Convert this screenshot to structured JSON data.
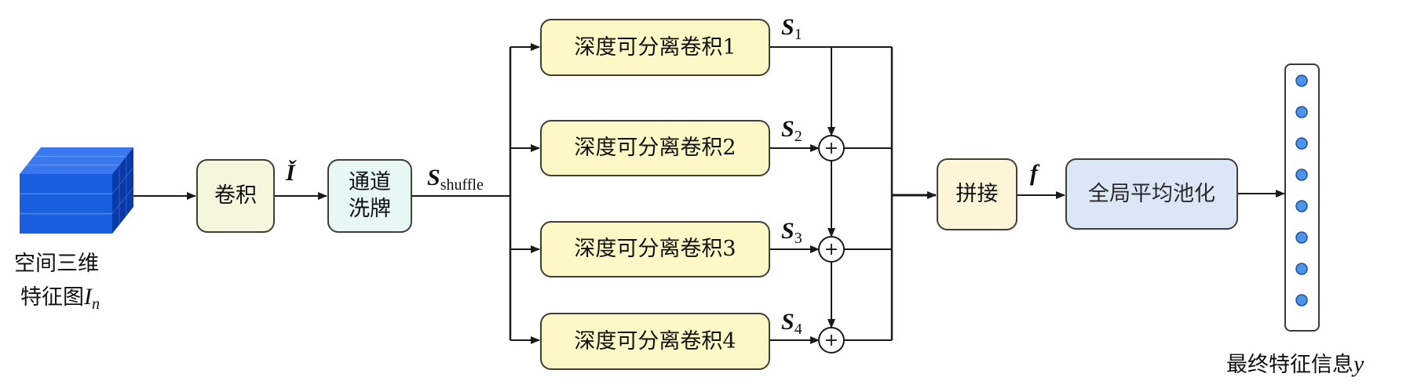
{
  "input": {
    "caption_line1": "空间三维",
    "caption_line2": "特征图",
    "caption_symbol": "I",
    "caption_sub": "n",
    "icon": "feature-cube-icon",
    "colors": {
      "front": "#1a5fe0",
      "top": "#3a78f0",
      "side": "#0b3aa6"
    }
  },
  "nodes": {
    "conv": {
      "label": "卷积",
      "fill": "#f4f7dc"
    },
    "shuffle": {
      "label_line1": "通道",
      "label_line2": "洗牌",
      "fill": "#e6f7f4"
    },
    "dsconv": [
      {
        "label": "深度可分离卷积1",
        "fill": "#fdf8c6"
      },
      {
        "label": "深度可分离卷积2",
        "fill": "#fdf8c6"
      },
      {
        "label": "深度可分离卷积3",
        "fill": "#fdf8c6"
      },
      {
        "label": "深度可分离卷积4",
        "fill": "#fdf8c6"
      }
    ],
    "concat": {
      "label": "拼接",
      "fill": "#fdf5d8"
    },
    "gap": {
      "label": "全局平均池化",
      "fill": "#dbe7f6"
    }
  },
  "signals": {
    "i_hat": "Ǐ",
    "s_shuffle_main": "S",
    "s_shuffle_sub": "shuffle",
    "branches": [
      {
        "main": "S",
        "sub": "1"
      },
      {
        "main": "S",
        "sub": "2"
      },
      {
        "main": "S",
        "sub": "3"
      },
      {
        "main": "S",
        "sub": "4"
      }
    ],
    "f": "f"
  },
  "adder_symbol": "+",
  "output": {
    "caption": "最终特征信息",
    "caption_symbol": "y",
    "vector_length": 8,
    "dot_color": "#4a94ea",
    "dot_border": "#1f4fa0"
  },
  "colors": {
    "line": "#1a1a1a",
    "border": "#3f3f36"
  }
}
